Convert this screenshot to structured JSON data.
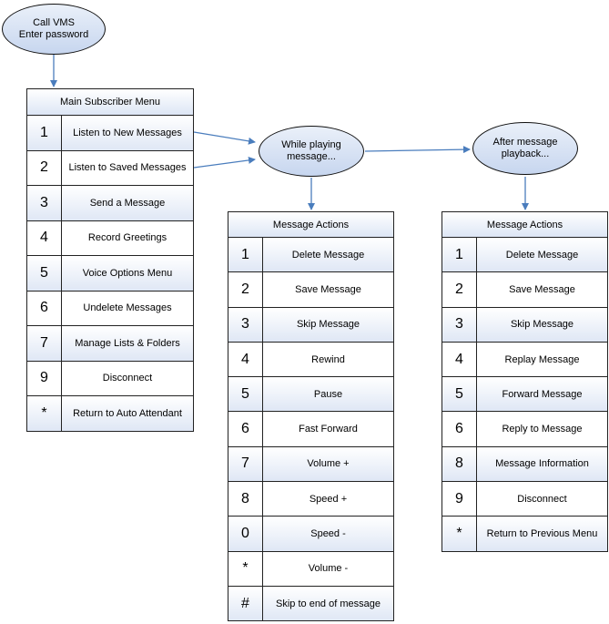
{
  "colors": {
    "node_fill": "#c7d6ef",
    "arrow": "#4a7dbd",
    "border": "#222222"
  },
  "start_node": {
    "lines": [
      "Call VMS",
      "Enter password"
    ]
  },
  "playing_node": {
    "lines": [
      "While playing",
      "message..."
    ]
  },
  "after_node": {
    "lines": [
      "After message",
      "playback..."
    ]
  },
  "main_menu": {
    "title": "Main Subscriber Menu",
    "rows": [
      {
        "key": "1",
        "label": "Listen to New Messages"
      },
      {
        "key": "2",
        "label": "Listen to Saved Messages"
      },
      {
        "key": "3",
        "label": "Send a Message"
      },
      {
        "key": "4",
        "label": "Record Greetings"
      },
      {
        "key": "5",
        "label": "Voice Options Menu"
      },
      {
        "key": "6",
        "label": "Undelete Messages"
      },
      {
        "key": "7",
        "label": "Manage Lists & Folders"
      },
      {
        "key": "9",
        "label": "Disconnect"
      },
      {
        "key": "*",
        "label": "Return to Auto Attendant"
      }
    ]
  },
  "playing_actions": {
    "title": "Message Actions",
    "rows": [
      {
        "key": "1",
        "label": "Delete Message"
      },
      {
        "key": "2",
        "label": "Save Message"
      },
      {
        "key": "3",
        "label": "Skip Message"
      },
      {
        "key": "4",
        "label": "Rewind"
      },
      {
        "key": "5",
        "label": "Pause"
      },
      {
        "key": "6",
        "label": "Fast Forward"
      },
      {
        "key": "7",
        "label": "Volume +"
      },
      {
        "key": "8",
        "label": "Speed +"
      },
      {
        "key": "0",
        "label": "Speed -"
      },
      {
        "key": "*",
        "label": "Volume -"
      },
      {
        "key": "#",
        "label": "Skip to end of message"
      }
    ]
  },
  "after_actions": {
    "title": "Message Actions",
    "rows": [
      {
        "key": "1",
        "label": "Delete Message"
      },
      {
        "key": "2",
        "label": "Save Message"
      },
      {
        "key": "3",
        "label": "Skip Message"
      },
      {
        "key": "4",
        "label": "Replay Message"
      },
      {
        "key": "5",
        "label": "Forward Message"
      },
      {
        "key": "6",
        "label": "Reply to Message"
      },
      {
        "key": "8",
        "label": "Message Information"
      },
      {
        "key": "9",
        "label": "Disconnect"
      },
      {
        "key": "*",
        "label": "Return to Previous Menu"
      }
    ]
  }
}
